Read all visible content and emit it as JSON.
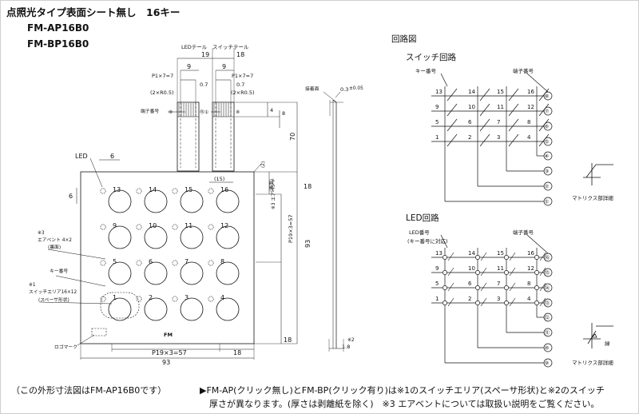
{
  "header": {
    "title": "点照光タイプ表面シート無し　16キー",
    "model_1": "FM-AP16B0",
    "model_2": "FM-BP16B0"
  },
  "footer": {
    "note_left": "（この外形寸法図はFM-AP16B0です）",
    "note_right_1": "▶FM-AP(クリック無し)とFM-BP(クリック有り)は※1のスイッチエリア(スペーサ形状)と※2のスイッチ",
    "note_right_2": "厚さが異なります。(厚さは剥離紙を除く)　※3 エアベントについては取扱い説明をご覧ください。"
  },
  "front_view": {
    "led_tail": "LEDテール",
    "switch_tail": "スイッチテール",
    "dim_19a": "19",
    "dim_18a": "18",
    "dim_9a": "9",
    "dim_9b": "9",
    "pitch_a": "P1×7=7",
    "pitch_b": "P1×7=7",
    "dim_07a": "0.7",
    "dim_07b": "0.7",
    "radius_a": "(2×R0.5)",
    "radius_b": "(2×R0.5)",
    "terminal_no": "端子番号",
    "pin_9": "⑨",
    "pin_16": "⑯",
    "pin_1": "①",
    "pin_8": "⑧",
    "dim_4": "4",
    "dim_8": "8",
    "dim_70": "70",
    "dim_2": "(2)",
    "dim_15": "(15)",
    "dim_6a": "6",
    "dim_6b": "6",
    "dim_18b": "18",
    "dim_18c": "18",
    "dim_18d": "18",
    "dim_93a": "93",
    "dim_93b": "93",
    "pitch_v": "P19×3=57",
    "pitch_h": "P19×3=57",
    "vent_label": "※3 エアベント",
    "vent_note": "(裏面)",
    "led_label": "LED",
    "note3_1": "※3",
    "note3_2": "エアベント 4×2",
    "note3_3": "(裏面)",
    "key_no": "キー番号",
    "note1_1": "※1",
    "note1_2": "スイッチエリア16×12",
    "note1_3": "(スペーサ形状)",
    "logo_mark": "ロゴマーク",
    "fm": "FM",
    "key_numbers": [
      "13",
      "14",
      "15",
      "16",
      "9",
      "10",
      "11",
      "12",
      "5",
      "6",
      "7",
      "8",
      "1",
      "2",
      "3",
      "4"
    ]
  },
  "side_view": {
    "adhesive": "接着面",
    "thickness": "0.3",
    "tolerance": "±0.05",
    "bottom_thickness": "1.8",
    "note2": "※2"
  },
  "circuit": {
    "title": "回路図",
    "switch_title": "スイッチ回路",
    "led_title": "LED回路",
    "key_no": "キー番号",
    "key_no_led_1": "LED番号",
    "key_no_led_2": "(キー番号に対応)",
    "terminal_no": "端子番号",
    "terminal_no_led": "端子番号",
    "matrix_detail_1": "マトリクス部詳細",
    "matrix_detail_2": "マトリクス部詳細",
    "grid_keys": [
      "13",
      "14",
      "15",
      "16",
      "9",
      "10",
      "11",
      "12",
      "5",
      "6",
      "7",
      "8",
      "1",
      "2",
      "3",
      "4"
    ],
    "switch_terminals": [
      "⑧",
      "⑦",
      "⑥",
      "⑤",
      "④",
      "③",
      "②",
      "①"
    ],
    "led_terminals": [
      "⑯",
      "⑮",
      "⑭",
      "⑬",
      "⑫",
      "⑪",
      "⑩",
      "⑨"
    ],
    "led_detail_label": "緑"
  }
}
